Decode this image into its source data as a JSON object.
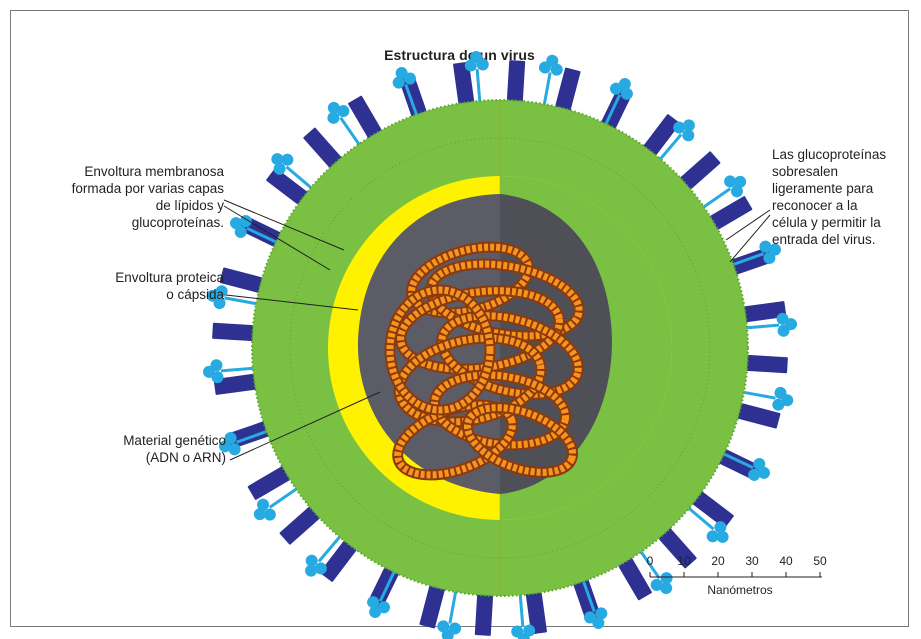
{
  "title": "Estructura de un virus",
  "labels": {
    "envoltura_membranosa": [
      "Envoltura membranosa",
      "formada por varias capas",
      "de lípidos y glucoproteínas."
    ],
    "envoltura_proteica": [
      "Envoltura  proteica",
      "o cápsida"
    ],
    "material_genetico": [
      "Material genético",
      "(ADN o ARN)"
    ],
    "glucoproteinas": [
      "Las glucoproteínas",
      "sobresalen",
      "ligeramente para",
      "reconocer a la",
      "célula y permitir la",
      "entrada del virus."
    ]
  },
  "scale": {
    "ticks": [
      "0",
      "10",
      "20",
      "30",
      "40",
      "50"
    ],
    "unit_label": "Nanómetros"
  },
  "colors": {
    "outer_membrane": "#7ac143",
    "capsid": "#fff200",
    "interior": "#5c5c66",
    "genetic_material": "#f7941d",
    "spike_dark": "#2e3192",
    "spike_light": "#27aae1"
  }
}
